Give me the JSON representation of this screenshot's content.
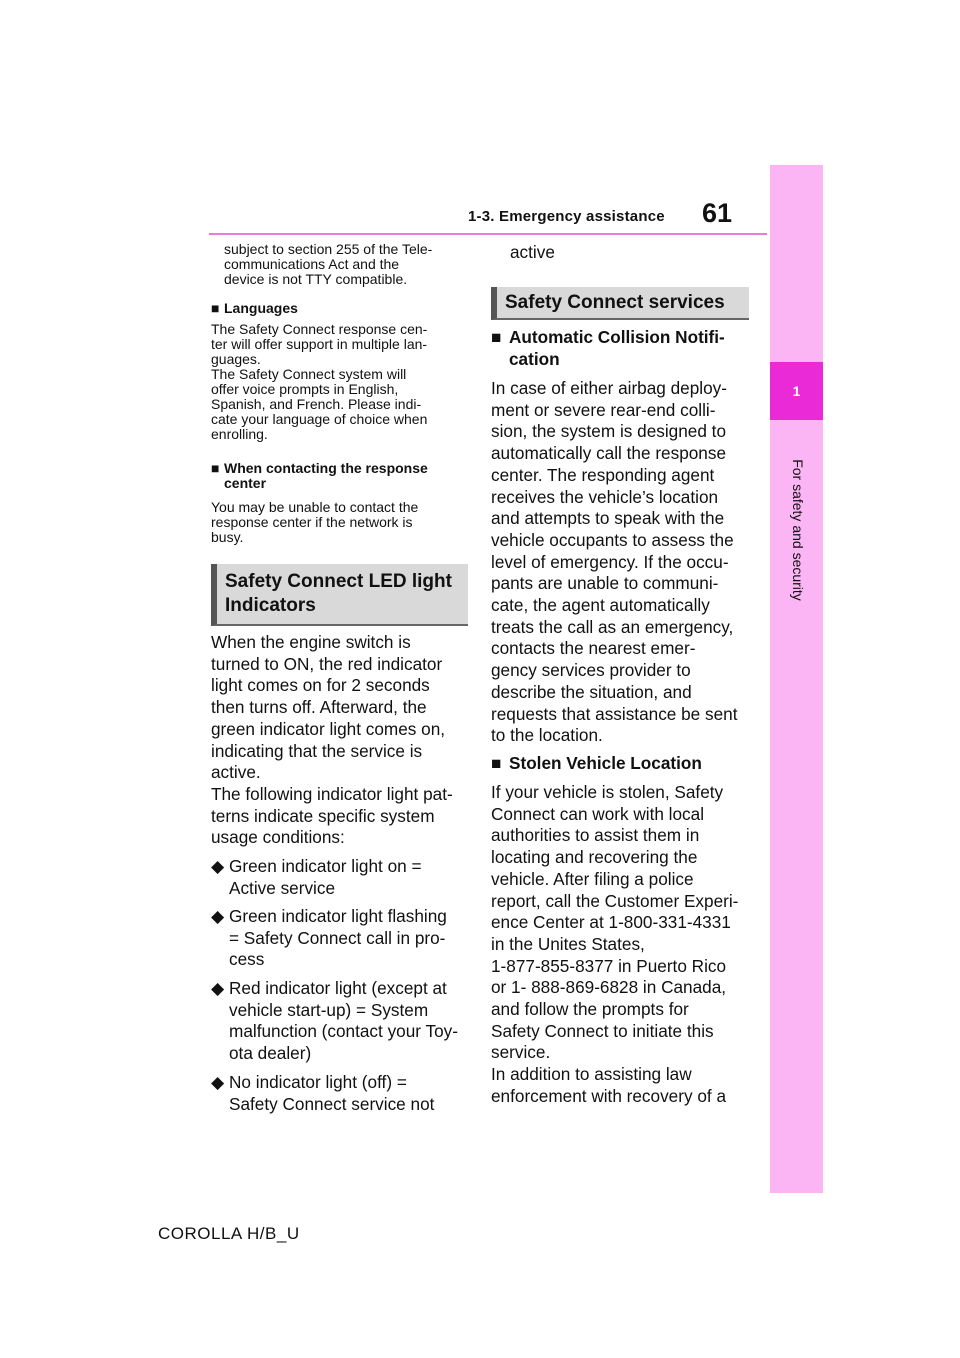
{
  "header": {
    "section_title": "1-3. Emergency assistance",
    "page_number": "61"
  },
  "side_tab": {
    "chapter_number": "1",
    "chapter_title": "For safety and security"
  },
  "left_column": {
    "intro_lines": [
      "subject to section 255 of the Tele-",
      "communications Act and the",
      "device is not TTY compatible."
    ],
    "languages": {
      "heading": "Languages",
      "lines": [
        "The Safety Connect response cen-",
        "ter will offer support in multiple lan-",
        "guages.",
        "The Safety Connect system will",
        "offer voice prompts in English,",
        "Spanish, and French. Please indi-",
        "cate your language of choice when",
        "enrolling."
      ]
    },
    "contacting": {
      "heading_lines": [
        "When contacting the response",
        "center"
      ],
      "lines": [
        "You may be unable to contact the",
        "response center if the network is",
        "busy."
      ]
    },
    "led_section": {
      "title_lines": [
        "Safety Connect LED light",
        "Indicators"
      ],
      "lines": [
        "When the engine switch is",
        "turned to ON, the red indicator",
        "light comes on for 2 seconds",
        "then turns off. Afterward, the",
        "green indicator light comes on,",
        "indicating that the service is",
        "active.",
        "The following indicator light pat-",
        "terns indicate specific system",
        "usage conditions:"
      ],
      "bullets": [
        [
          "Green indicator light on =",
          "Active service"
        ],
        [
          "Green indicator light flashing",
          "= Safety Connect call in pro-",
          "cess"
        ],
        [
          "Red indicator light (except at",
          "vehicle start-up) = System",
          "malfunction (contact your Toy-",
          "ota dealer)"
        ],
        [
          "No indicator light (off) =",
          "Safety Connect service not"
        ]
      ]
    }
  },
  "right_column": {
    "continued": "active",
    "services_section": {
      "title": "Safety Connect services"
    },
    "acn": {
      "heading_lines": [
        "Automatic Collision Notifi-",
        "cation"
      ],
      "lines": [
        "In case of either airbag deploy-",
        "ment or severe rear-end colli-",
        "sion, the system is designed to",
        "automatically call the response",
        "center. The responding agent",
        "receives the vehicle’s location",
        "and attempts to speak with the",
        "vehicle occupants to assess the",
        "level of emergency. If the occu-",
        "pants are unable to communi-",
        "cate, the agent automatically",
        "treats the call as an emergency,",
        "contacts the nearest emer-",
        "gency services provider to",
        "describe the situation, and",
        "requests that assistance be sent",
        "to the location."
      ]
    },
    "stolen": {
      "heading": "Stolen Vehicle Location",
      "lines": [
        "If your vehicle is stolen, Safety",
        "Connect can work with local",
        "authorities to assist them in",
        "locating and recovering the",
        "vehicle. After filing a police",
        "report, call the Customer Experi-",
        "ence Center at 1-800-331-4331",
        "in the Unites States,",
        "1-877-855-8377 in Puerto Rico",
        "or 1- 888-869-6828 in Canada,",
        "and follow the prompts for",
        "Safety Connect to initiate this",
        "service.",
        "In addition to assisting law",
        "enforcement with recovery of a"
      ]
    }
  },
  "footer": {
    "model": "COROLLA H/B_U"
  },
  "glyphs": {
    "square": "■",
    "diamond": "◆"
  }
}
